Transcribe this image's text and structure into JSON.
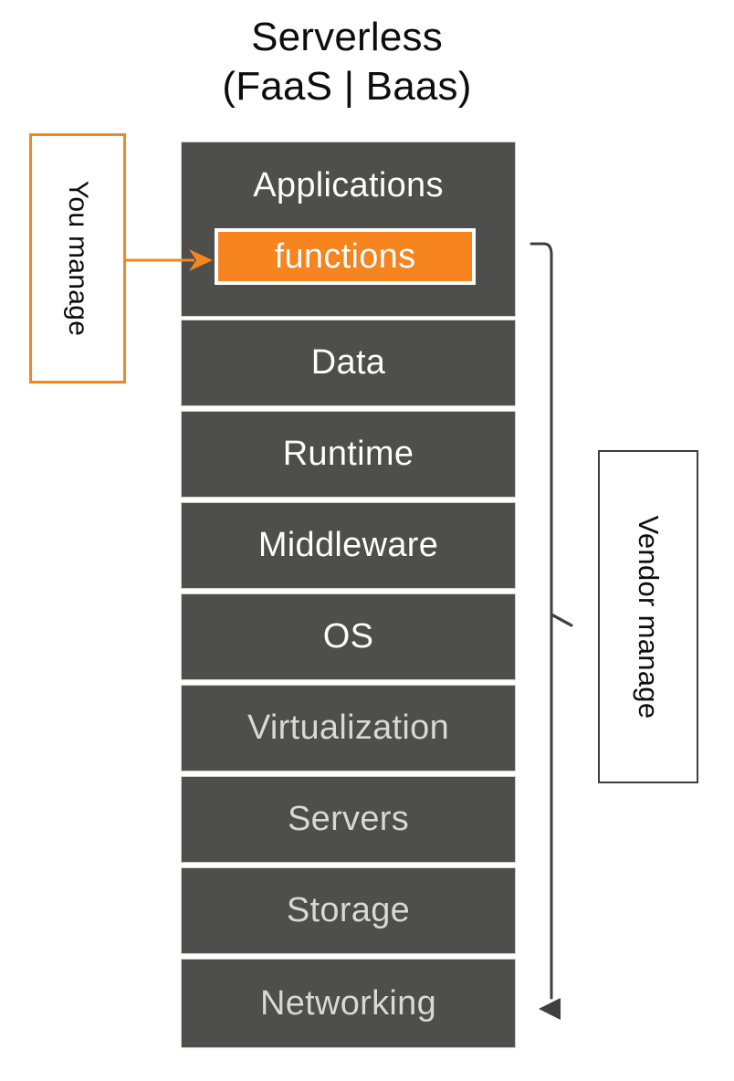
{
  "diagram": {
    "title": {
      "line1": "Serverless",
      "line2": "(FaaS | Baas)"
    },
    "colors": {
      "layer_background": "#4e4e4c",
      "layer_border": "#cfcfcf",
      "accent_orange": "#F7851F",
      "layer_text": "#ffffff",
      "dim_layer_text": "#d8d8d6",
      "bracket": "#3f3f3f",
      "page_background": "#ffffff"
    },
    "stack": {
      "layers": [
        {
          "label": "Applications",
          "nested": {
            "label": "functions",
            "highlighted": true
          }
        },
        {
          "label": "Data"
        },
        {
          "label": "Runtime"
        },
        {
          "label": "Middleware"
        },
        {
          "label": "OS"
        },
        {
          "label": "Virtualization"
        },
        {
          "label": "Servers"
        },
        {
          "label": "Storage"
        },
        {
          "label": "Networking"
        }
      ]
    },
    "callouts": {
      "you_manage": {
        "label": "You manage",
        "orientation": "vertical",
        "border_color": "#F7851F",
        "points_to": "functions"
      },
      "vendor_manage": {
        "label": "Vendor manage",
        "orientation": "vertical",
        "border_color": "#3f3f3f",
        "spans_from": "functions",
        "spans_to": "Networking"
      }
    }
  }
}
